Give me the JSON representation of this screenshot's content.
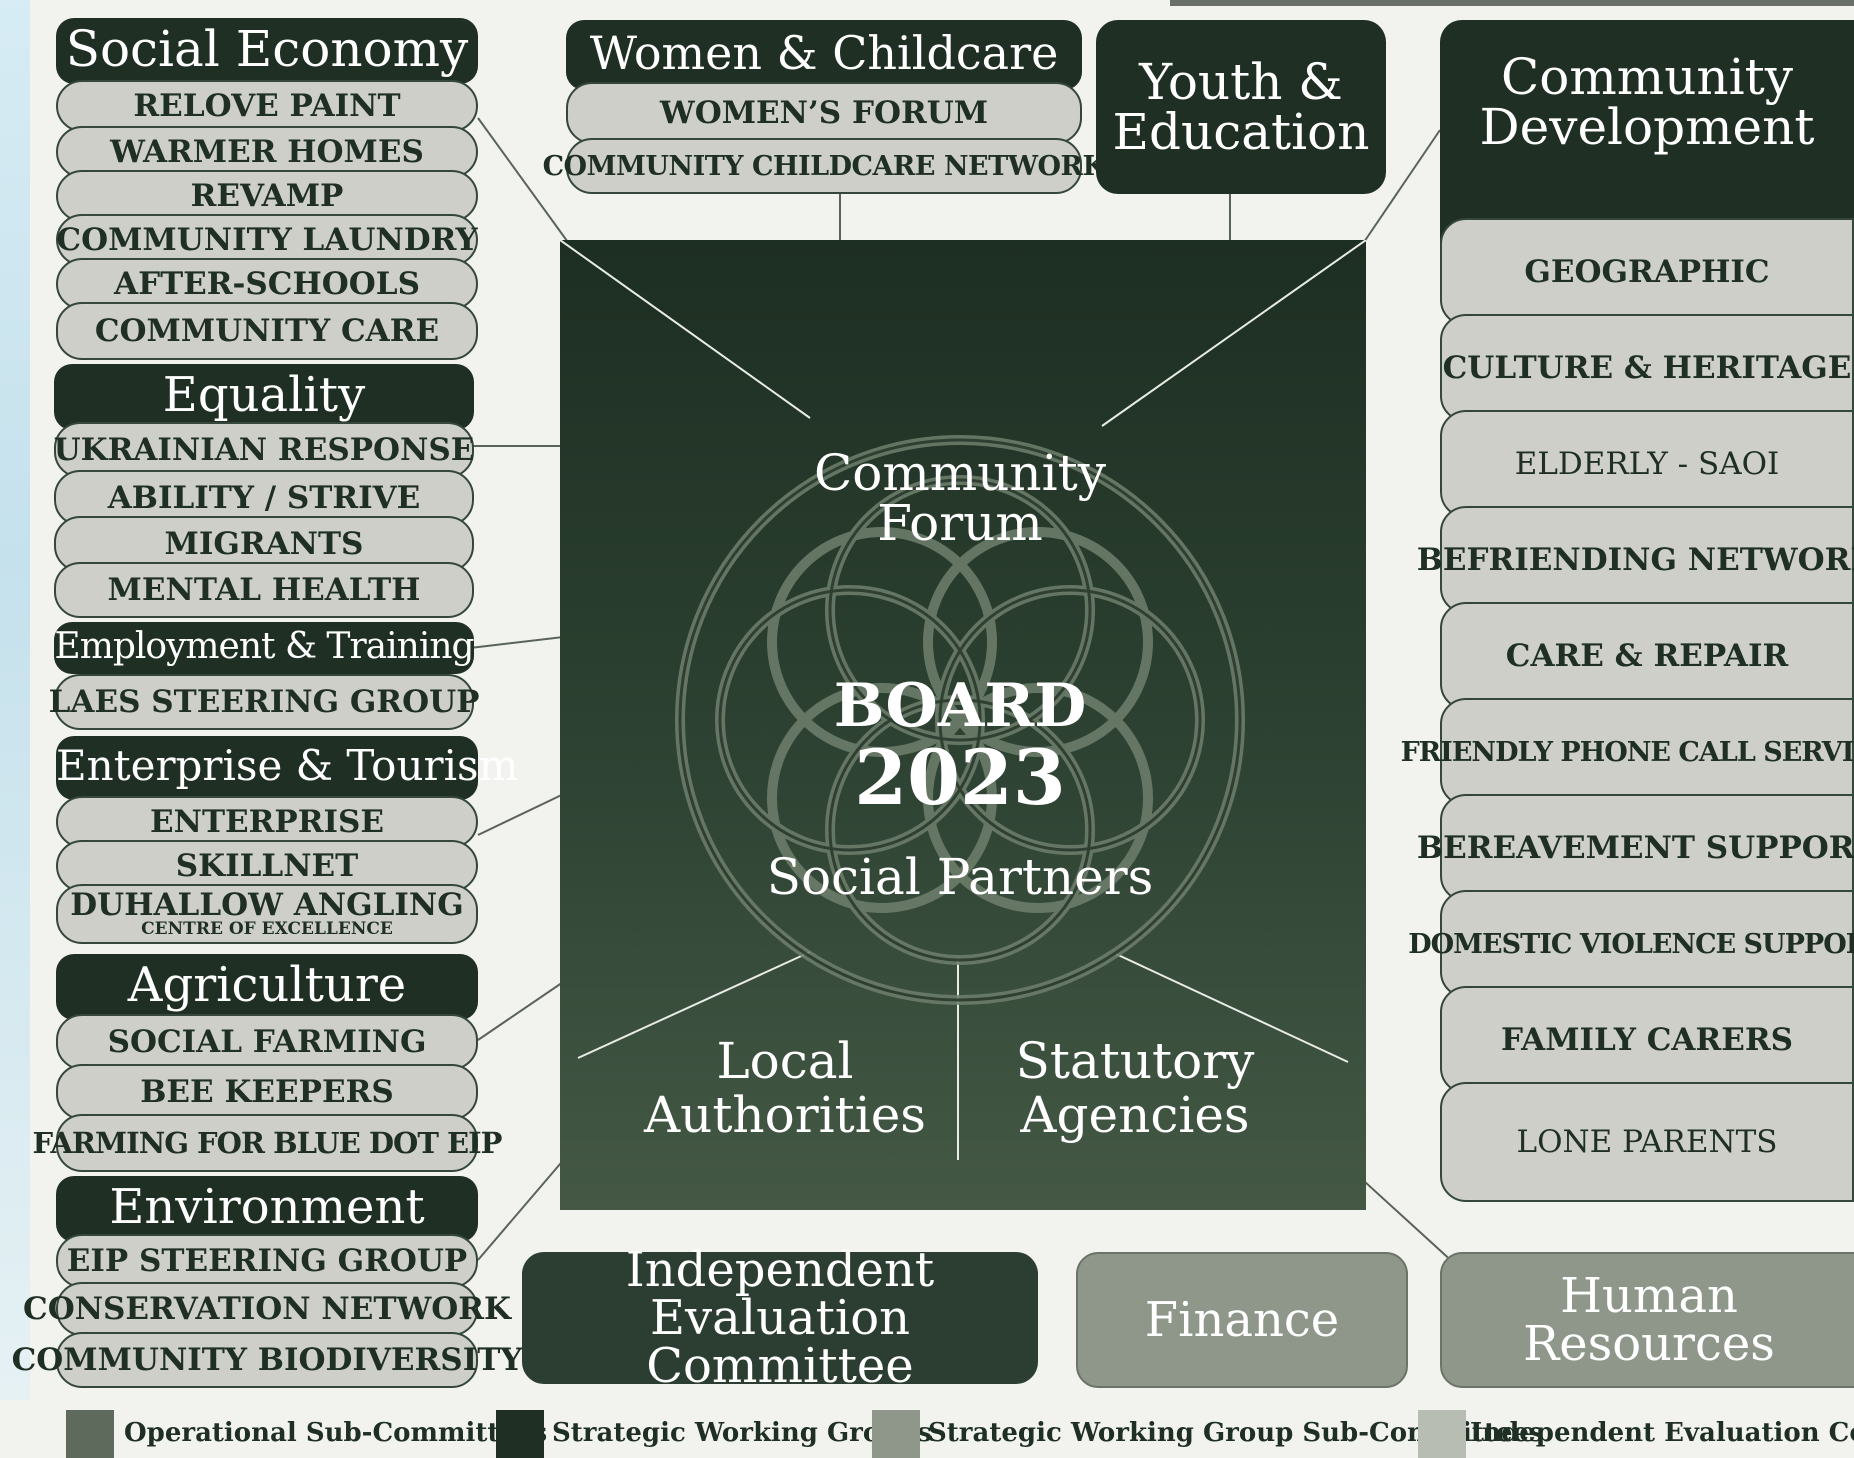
{
  "colors": {
    "strategic": "#1f2f24",
    "operational": "#5e6a5c",
    "wg_sub": "#8e978a",
    "independent": "#b8bdb3",
    "item_fill": "#cdcfc8"
  },
  "groups": {
    "social_economy": {
      "title": "Social Economy",
      "items": [
        "RELOVE PAINT",
        "WARMER HOMES",
        "REVAMP",
        "COMMUNITY LAUNDRY",
        "AFTER-SCHOOLS",
        "COMMUNITY CARE"
      ]
    },
    "equality": {
      "title": "Equality",
      "items": [
        "UKRAINIAN RESPONSE",
        "ABILITY / STRIVE",
        "MIGRANTS",
        "MENTAL HEALTH"
      ]
    },
    "employment": {
      "title": "Employment & Training",
      "items": [
        "LAES STEERING GROUP"
      ]
    },
    "enterprise": {
      "title": "Enterprise & Tourism",
      "items": [
        "ENTERPRISE",
        "SKILLNET",
        "DUHALLOW ANGLING"
      ],
      "sub_note": "CENTRE OF EXCELLENCE"
    },
    "agriculture": {
      "title": "Agriculture",
      "items": [
        "SOCIAL FARMING",
        "BEE KEEPERS",
        "FARMING FOR BLUE DOT EIP"
      ]
    },
    "environment": {
      "title": "Environment",
      "items": [
        "EIP STEERING GROUP",
        "CONSERVATION NETWORK",
        "COMMUNITY BIODIVERSITY"
      ]
    },
    "women": {
      "title": "Women & Childcare",
      "items": [
        "WOMEN’S FORUM",
        "COMMUNITY CHILDCARE NETWORK"
      ]
    },
    "youth": {
      "title_line1": "Youth &",
      "title_line2": "Education"
    },
    "community_dev": {
      "title_line1": "Community",
      "title_line2": "Development",
      "items": [
        "GEOGRAPHIC",
        "CULTURE & HERITAGE",
        "ELDERLY - SAOI",
        "BEFRIENDING NETWORK",
        "CARE & REPAIR",
        "FRIENDLY PHONE CALL SERVICE",
        "BEREAVEMENT SUPPORT",
        "DOMESTIC VIOLENCE SUPPORT",
        "FAMILY CARERS",
        "LONE PARENTS"
      ]
    }
  },
  "board": {
    "forum_line1": "Community",
    "forum_line2": "Forum",
    "board_label": "BOARD",
    "year": "2023",
    "partners": "Social Partners",
    "local_line1": "Local",
    "local_line2": "Authorities",
    "statutory_line1": "Statutory",
    "statutory_line2": "Agencies"
  },
  "bottom": {
    "iec_line1": "Independent",
    "iec_line2": "Evaluation Committee",
    "finance": "Finance",
    "hr_line1": "Human",
    "hr_line2": "Resources"
  },
  "legend": [
    "Operational Sub-Committees",
    "Strategic Working Groups",
    "Strategic Working Group Sub-Committees",
    "Independent Evaluation Committee"
  ]
}
